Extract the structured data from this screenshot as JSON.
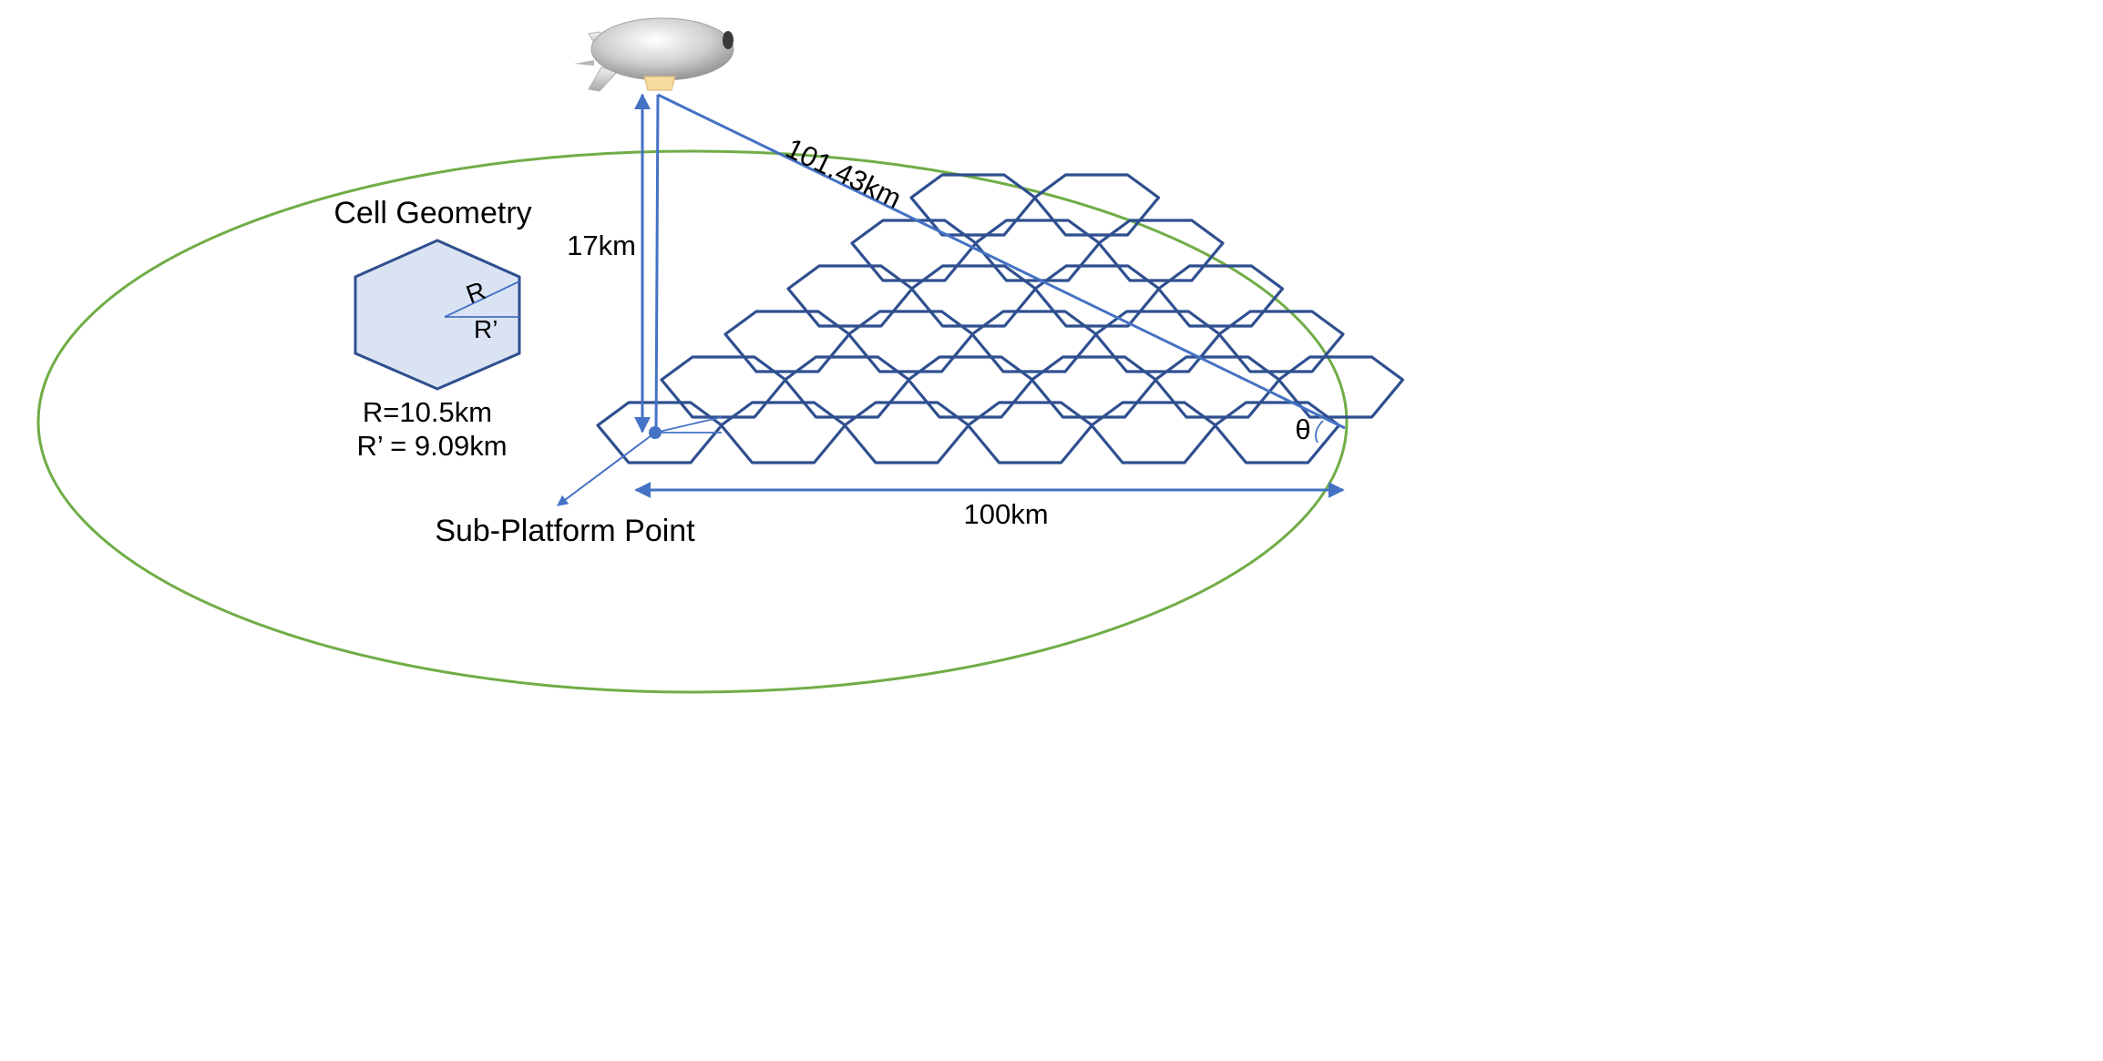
{
  "labels": {
    "cell_geometry_title": "Cell Geometry",
    "radius_label": "R",
    "inner_radius_label": "R’",
    "radius_value": "R=10.5km",
    "inner_radius_value": "R’ = 9.09km",
    "altitude": "17km",
    "slant_range": "101.43km",
    "ground_distance": "100km",
    "sub_platform_point": "Sub-Platform Point",
    "angle": "θ"
  },
  "colors": {
    "hex_stroke": "#2f4f8f",
    "arrow": "#4472c4",
    "coverage_ellipse": "#70ad47",
    "cell_fill": "#dae3f3",
    "airship_body": "#c8c8c8",
    "gondola": "#f5dca0"
  },
  "icons": {
    "airship": "airship-icon"
  }
}
